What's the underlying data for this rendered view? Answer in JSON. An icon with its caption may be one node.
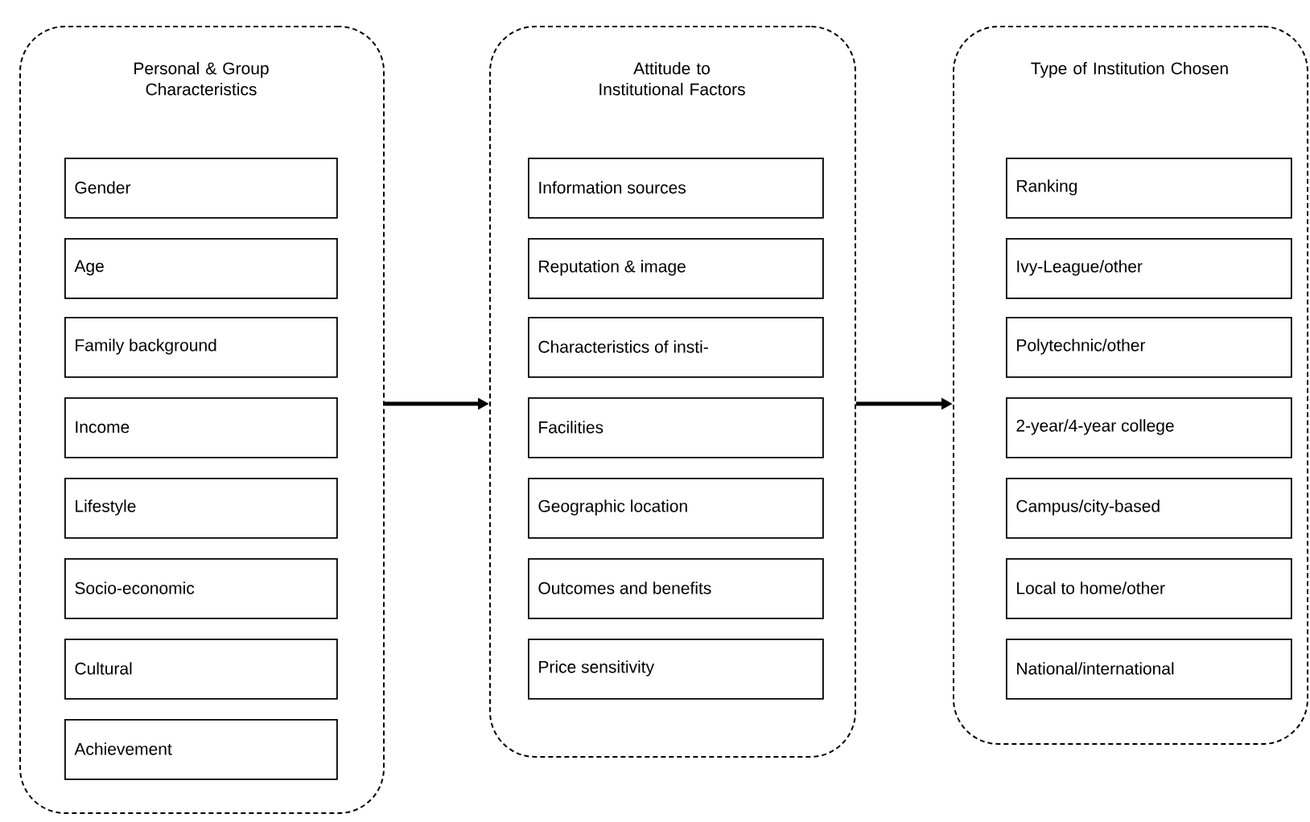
{
  "diagram": {
    "nodes": [
      {
        "text": [
          "Personal & Group Characteristics"
        ]
      },
      {
        "text": [
          "Gender"
        ],
        "in": 0
      },
      {
        "text": [
          "Age"
        ],
        "in": 0
      },
      {
        "text": [
          "Family background"
        ],
        "in": 0
      },
      {
        "text": [
          "Income"
        ],
        "in": 0
      },
      {
        "text": [
          "Lifestyle"
        ],
        "in": 0
      },
      {
        "text": [
          "Socio-economic"
        ],
        "in": 0
      },
      {
        "text": [
          "Cultural"
        ],
        "in": 0
      },
      {
        "text": [
          "Achievement"
        ],
        "in": 0
      },
      {
        "text": [
          "Attitude to Institutional Factors"
        ]
      },
      {
        "text": [
          "Information sources"
        ],
        "in": 9
      },
      {
        "text": [
          "Reputation & image"
        ],
        "in": 9
      },
      {
        "text": [
          "Characteristics of insti-"
        ],
        "in": 9
      },
      {
        "text": [
          "Facilities"
        ],
        "in": 9
      },
      {
        "text": [
          "Geographic location"
        ],
        "in": 9
      },
      {
        "text": [
          "Outcomes and benefits"
        ],
        "in": 9
      },
      {
        "text": [
          "Price sensitivity"
        ],
        "in": 9
      },
      {
        "text": [
          "Type of Institution Chosen"
        ]
      },
      {
        "text": [
          "Ranking"
        ],
        "in": 17
      },
      {
        "text": [
          "Ivy-League/other"
        ],
        "in": 17
      },
      {
        "text": [
          "Polytechnic/other"
        ],
        "in": 17
      },
      {
        "text": [
          "2-year/4-year college"
        ],
        "in": 17
      },
      {
        "text": [
          "Campus/city-based"
        ],
        "in": 17
      },
      {
        "text": [
          "Local to home/other"
        ],
        "in": 17
      },
      {
        "text": [
          "National/international"
        ],
        "in": 17
      }
    ],
    "edges": [
      {
        "from": 0,
        "to": 9,
        "arrow": "to"
      },
      {
        "from": 9,
        "to": 17,
        "arrow": "to"
      }
    ]
  }
}
